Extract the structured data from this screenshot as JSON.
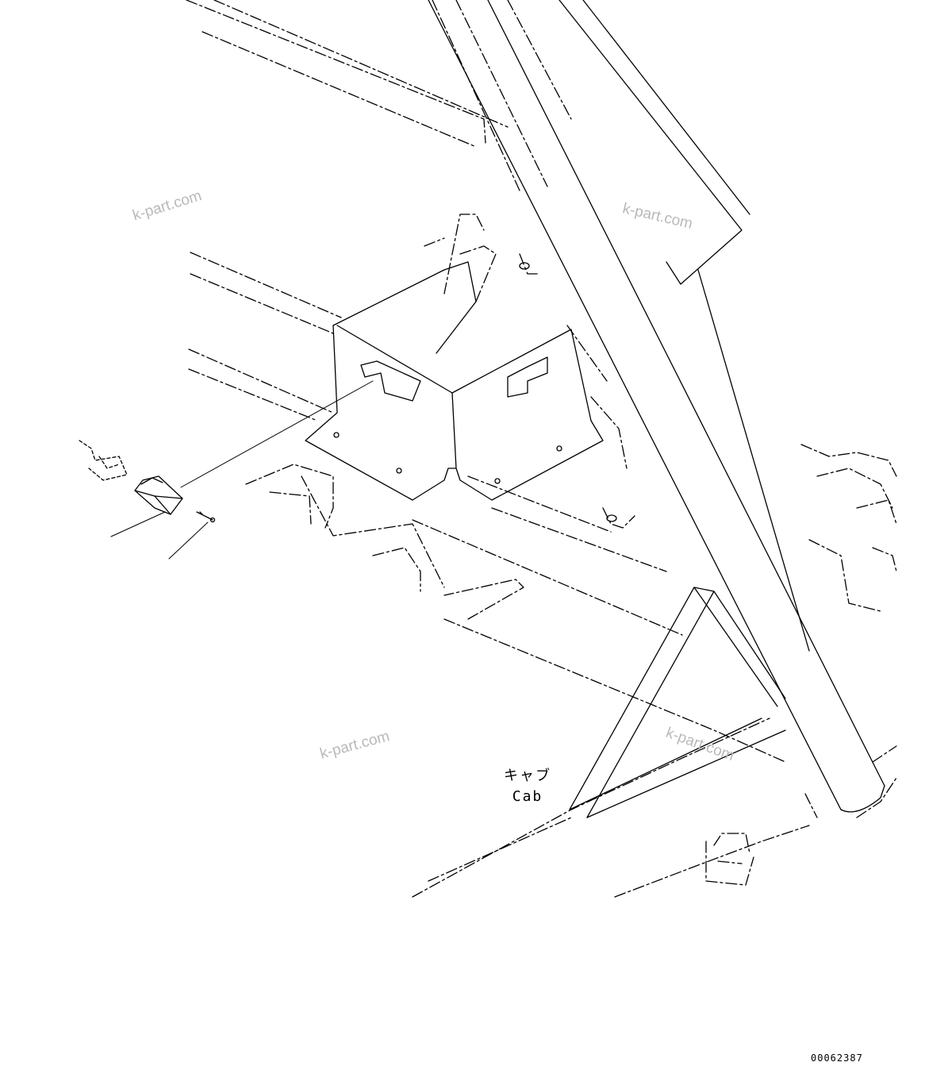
{
  "labels": {
    "cab_jp": "キャブ",
    "cab_en": "Cab"
  },
  "figure_number": "00062387",
  "watermarks": [
    "k-part.com",
    "k-part.com",
    "k-part.com",
    "k-part.com"
  ]
}
